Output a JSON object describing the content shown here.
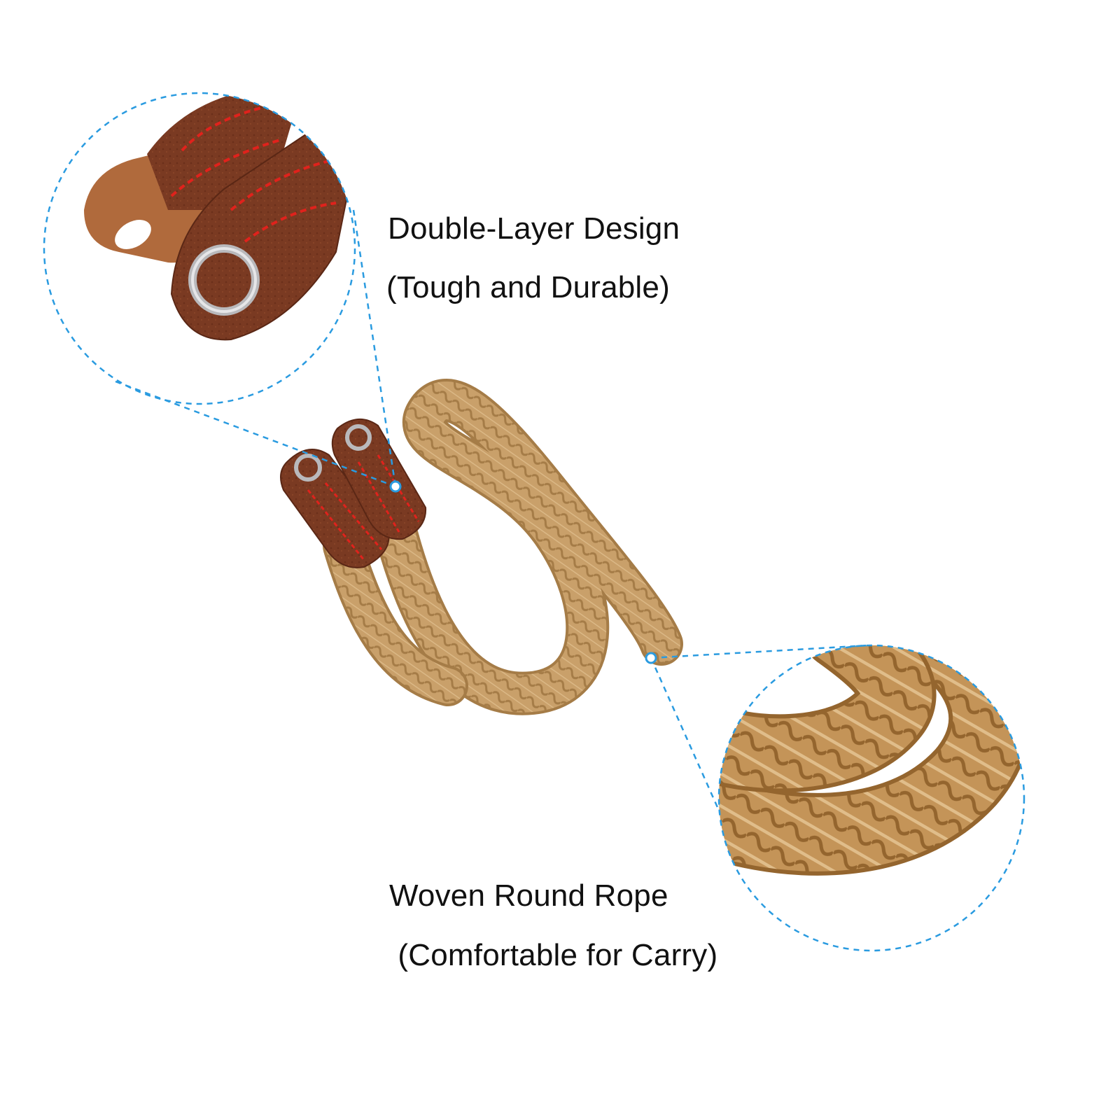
{
  "callouts": {
    "leather": {
      "title": "Double-Layer Design",
      "subtitle": "(Tough and Durable)"
    },
    "rope": {
      "title": "Woven Round Rope",
      "subtitle": " (Comfortable for Carry)"
    }
  },
  "colors": {
    "background": "#ffffff",
    "callout_line": "#2a9be0",
    "rope": "#c9a06a",
    "rope_shadow": "#a57c47",
    "leather": "#7a3a22",
    "leather_dark": "#5a2715",
    "stitch": "#e0221c",
    "suede": "#b06a3c",
    "ring": "#b9b9bc",
    "text": "#111111"
  },
  "icons": {
    "detail_leather": "leather-tab-closeup",
    "detail_rope": "woven-rope-closeup"
  }
}
